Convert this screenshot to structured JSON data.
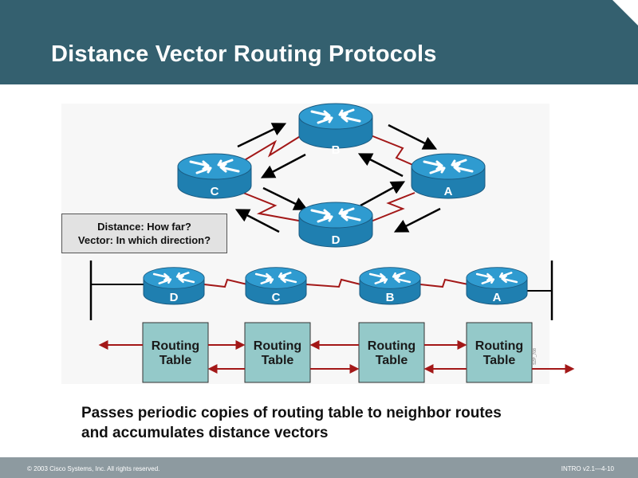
{
  "title": "Distance Vector Routing Protocols",
  "callout": {
    "line1": "Distance: How far?",
    "line2": "Vector: In which direction?"
  },
  "top_diagram": {
    "routers": [
      {
        "name": "B",
        "icon": "router-icon"
      },
      {
        "name": "C",
        "icon": "router-icon"
      },
      {
        "name": "A",
        "icon": "router-icon"
      },
      {
        "name": "D",
        "icon": "router-icon"
      }
    ]
  },
  "bottom_diagram": {
    "routers": [
      "D",
      "C",
      "B",
      "A"
    ],
    "routing_table_label_line1": "Routing",
    "routing_table_label_line2": "Table",
    "tables": [
      {
        "line1": "Routing",
        "line2": "Table"
      },
      {
        "line1": "Routing",
        "line2": "Table"
      },
      {
        "line1": "Routing",
        "line2": "Table"
      },
      {
        "line1": "Routing",
        "line2": "Table"
      }
    ],
    "watermark": "SZP_708"
  },
  "caption": {
    "line1": "Passes periodic copies of routing table to neighbor routes",
    "line2": "and accumulates distance vectors"
  },
  "footer": {
    "copyright": "© 2003 Cisco Systems, Inc. All rights reserved.",
    "code": "INTRO v2.1—4-10"
  },
  "colors": {
    "header": "#34606f",
    "router_body": "#2a8fc0",
    "serial_link": "#a31818",
    "table_fill": "#94c9c9",
    "footer": "#8d9aa0"
  }
}
